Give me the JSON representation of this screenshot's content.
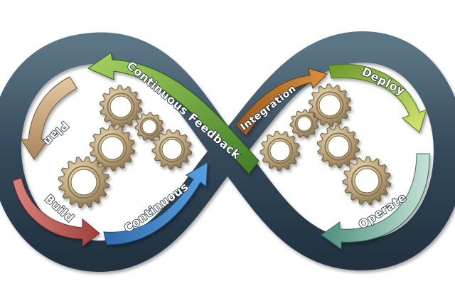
{
  "diagram": {
    "stages": [
      {
        "key": "plan",
        "label": "Plan",
        "color": "#c9a97a"
      },
      {
        "key": "build",
        "label": "Build",
        "color": "#b85a55"
      },
      {
        "key": "continuous",
        "label": "Continuous",
        "color": "#3f7fc2"
      },
      {
        "key": "integration",
        "label": "Integration",
        "color": "#c2782e"
      },
      {
        "key": "deploy",
        "label": "Deploy",
        "color": "#9bc23a"
      },
      {
        "key": "operate",
        "label": "Operate",
        "color": "#6fae9a"
      },
      {
        "key": "feedback",
        "label": "Continuous Feedback",
        "color": "#6ea53a"
      }
    ],
    "band_color": "#3d5566",
    "gear_color": "#b8a47a"
  }
}
